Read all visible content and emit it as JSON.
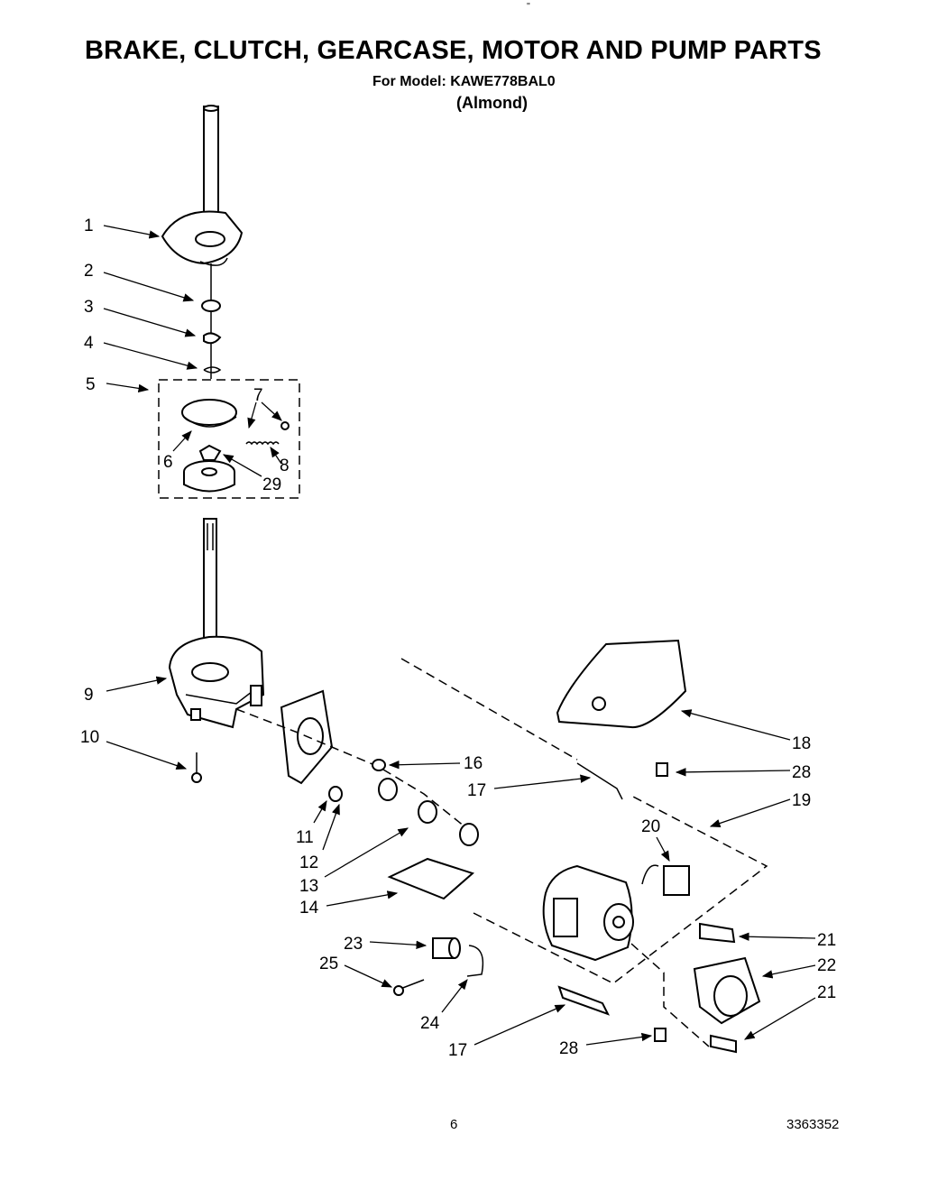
{
  "header": {
    "title": "BRAKE, CLUTCH, GEARCASE, MOTOR AND PUMP PARTS",
    "model": "For Model: KAWE778BAL0",
    "color": "(Almond)",
    "tick": "''"
  },
  "callouts": [
    "1",
    "2",
    "3",
    "4",
    "5",
    "6",
    "7",
    "8",
    "29",
    "9",
    "10",
    "11",
    "12",
    "13",
    "14",
    "16",
    "17",
    "18",
    "28",
    "19",
    "20",
    "21",
    "22",
    "21",
    "23",
    "25",
    "24",
    "17",
    "28"
  ],
  "footer": {
    "page": "6",
    "doc_number": "3363352"
  }
}
